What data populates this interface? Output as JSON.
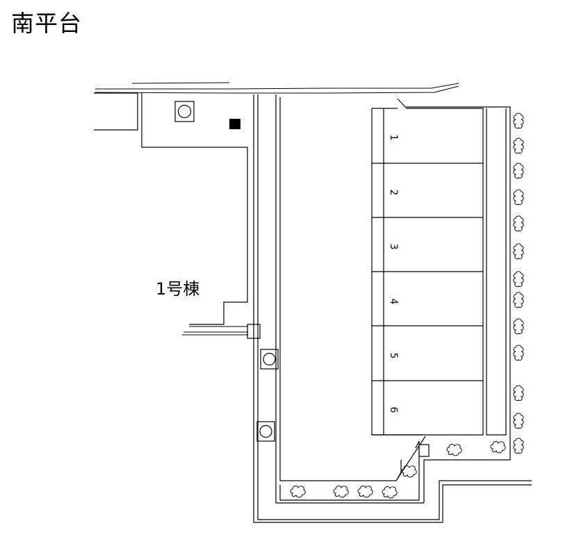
{
  "title": "南平台",
  "building_label": "1号棟",
  "parking_spaces": [
    "1",
    "2",
    "3",
    "4",
    "5",
    "6"
  ],
  "colors": {
    "line": "#000000",
    "background": "#ffffff"
  },
  "symbols": [
    "manhole-icon",
    "utility-box-icon",
    "shrub-icon"
  ]
}
